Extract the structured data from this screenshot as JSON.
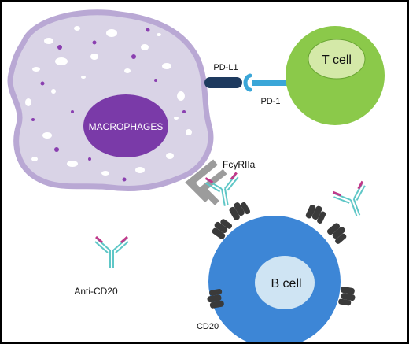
{
  "labels": {
    "macrophages": "MACROPHAGES",
    "t_cell": "T cell",
    "b_cell": "B cell",
    "pd_l1": "PD-L1",
    "pd_1": "PD-1",
    "fc_receptor": "FcγRIIa",
    "anti_cd20": "Anti-CD20",
    "cd20": "CD20"
  },
  "colors": {
    "macrophage_body": "#d9d3e6",
    "macrophage_border": "#b9a8d4",
    "macrophage_nucleus": "#7a3aa8",
    "macrophage_granules": "#8a3fb0",
    "t_cell_body": "#8bc94a",
    "t_cell_nucleus": "#d4e9a8",
    "b_cell_body": "#3d86d6",
    "b_cell_nucleus": "#cfe4f3",
    "pd_l1": "#1e3a5f",
    "pd_1": "#3aa6d8",
    "fc_receptor": "#9c9c9c",
    "cd20": "#3a3a3a",
    "antibody_teal": "#5fc7c7",
    "antibody_magenta": "#c0398a"
  }
}
